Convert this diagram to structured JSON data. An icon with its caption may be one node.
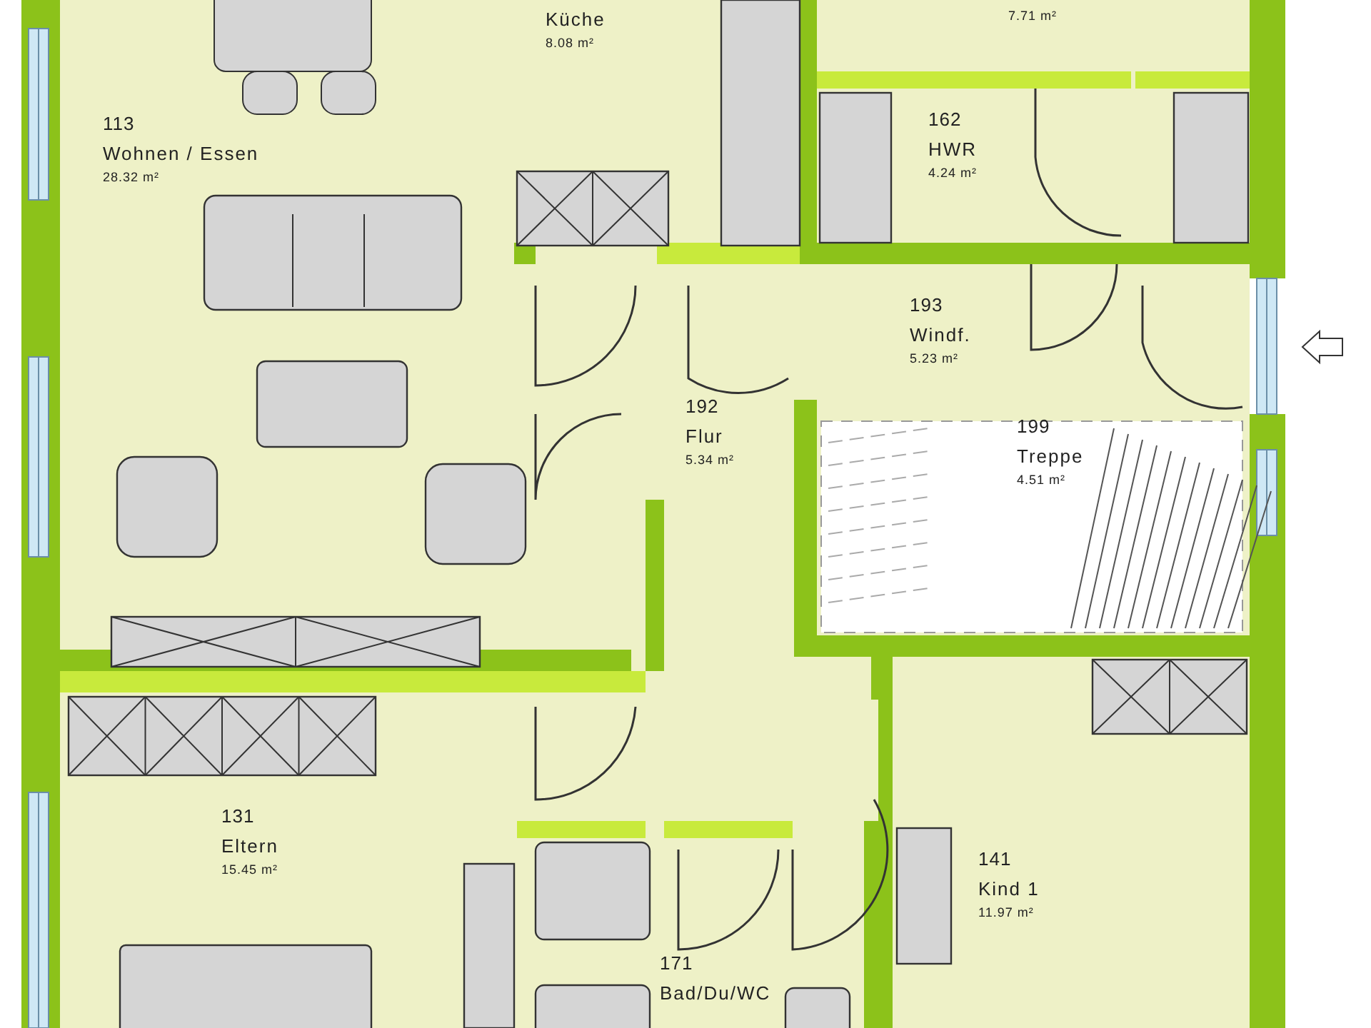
{
  "diagram": {
    "nodes": [
      {
        "text": [
          "Küche",
          "8.08 m²"
        ]
      },
      {
        "text": [
          "7.71 m²"
        ]
      },
      {
        "text": [
          "162",
          "HWR",
          "4.24 m²"
        ]
      },
      {
        "text": [
          "113",
          "Wohnen / Essen",
          "28.32 m²"
        ]
      },
      {
        "text": [
          "193",
          "Windf.",
          "5.23 m²"
        ]
      },
      {
        "text": [
          "192",
          "Flur",
          "5.34 m²"
        ]
      },
      {
        "text": [
          "199",
          "Treppe",
          "4.51 m²"
        ]
      },
      {
        "text": [
          "131",
          "Eltern",
          "15.45 m²"
        ]
      },
      {
        "text": [
          "141",
          "Kind 1",
          "11.97 m²"
        ]
      },
      {
        "text": [
          "171",
          "Bad/Du/WC"
        ]
      }
    ],
    "edges": []
  }
}
